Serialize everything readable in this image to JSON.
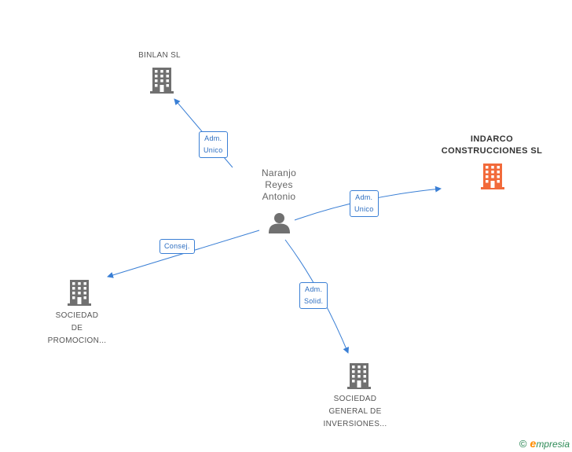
{
  "person": {
    "name_lines": [
      "Naranjo",
      "Reyes",
      "Antonio"
    ]
  },
  "companies": {
    "binlan": {
      "lines": [
        "BINLAN SL"
      ]
    },
    "indarco": {
      "lines": [
        "INDARCO",
        "CONSTRUCCIONES SL"
      ]
    },
    "promocion": {
      "lines": [
        "SOCIEDAD",
        "DE",
        "PROMOCION..."
      ]
    },
    "inversiones": {
      "lines": [
        "SOCIEDAD",
        "GENERAL DE",
        "INVERSIONES..."
      ]
    }
  },
  "edges": {
    "binlan": {
      "lines": [
        "Adm.",
        "Unico"
      ]
    },
    "indarco": {
      "lines": [
        "Adm.",
        "Unico"
      ]
    },
    "promocion": {
      "lines": [
        "Consej."
      ]
    },
    "inversiones": {
      "lines": [
        "Adm.",
        "Solid."
      ]
    }
  },
  "colors": {
    "edge": "#3a7fd5",
    "building": "#707070",
    "building_main": "#f26a3a",
    "person": "#707070"
  },
  "icons": {
    "person": "person-icon",
    "building": "building-icon"
  },
  "footer": {
    "copyright": "©",
    "brand_first": "e",
    "brand_rest": "mpresia"
  }
}
